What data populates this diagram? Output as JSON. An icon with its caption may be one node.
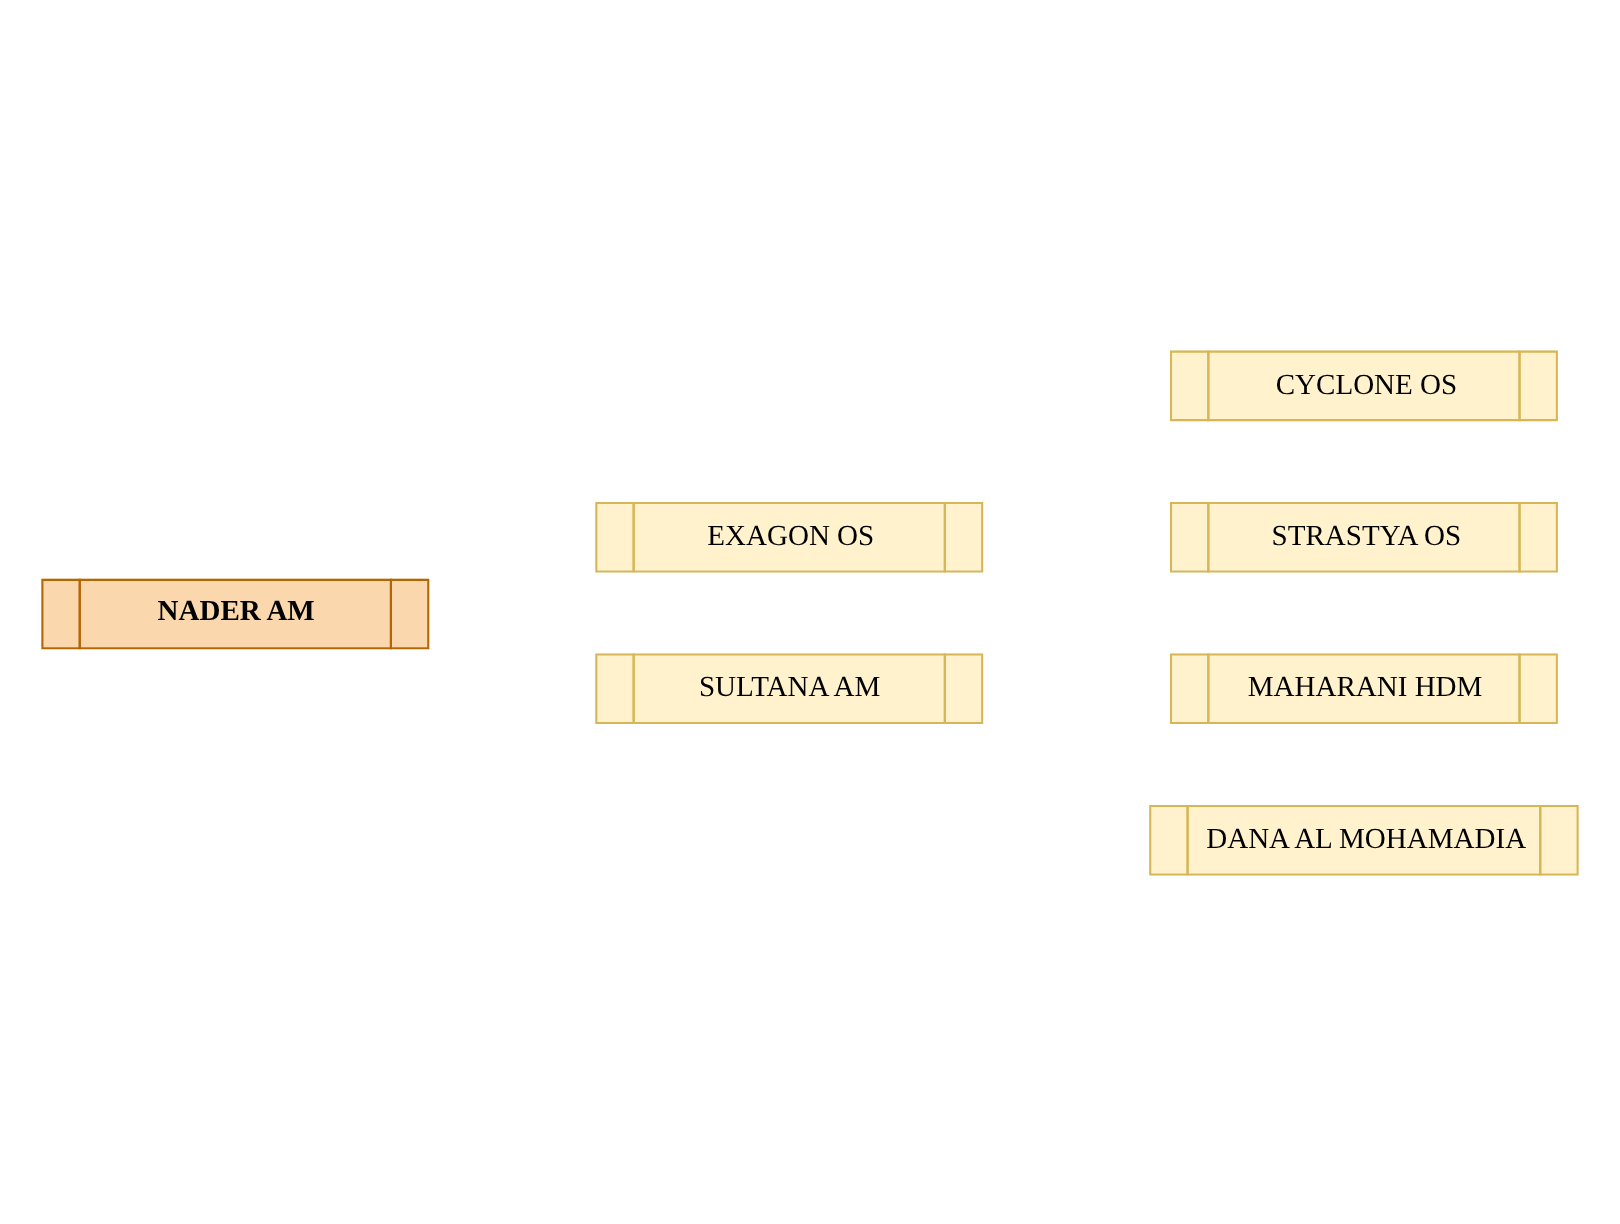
{
  "diagram": {
    "nodes": [
      {
        "text": [
          "NADER AM"
        ]
      },
      {
        "text": [
          "EXAGON OS"
        ]
      },
      {
        "text": [
          "SULTANA AM"
        ]
      },
      {
        "text": [
          "CYCLONE OS"
        ]
      },
      {
        "text": [
          "STRASTYA OS"
        ]
      },
      {
        "text": [
          "MAHARANI HDM"
        ]
      },
      {
        "text": [
          "DANA AL MOHAMADIA"
        ]
      }
    ]
  }
}
